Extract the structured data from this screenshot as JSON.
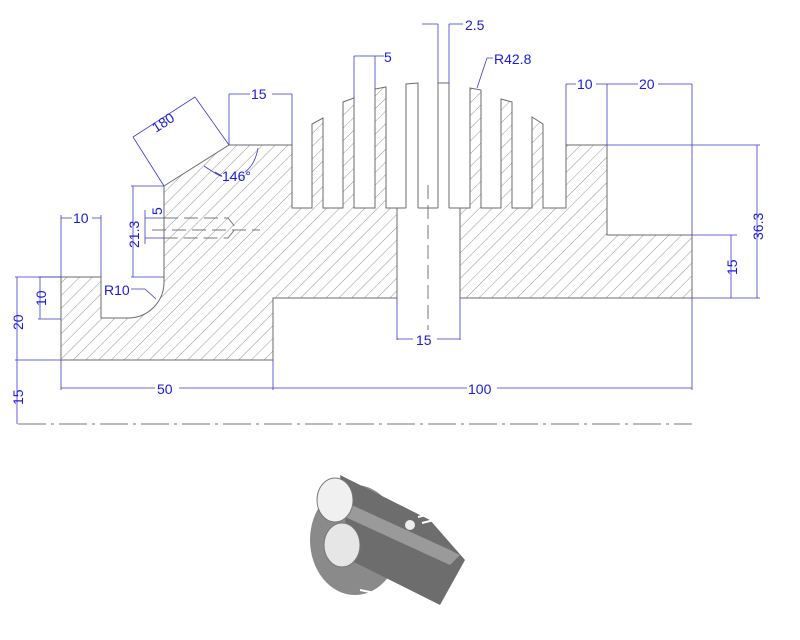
{
  "drawing": {
    "type": "section view of finned cylinder (heat sink / cooling fin part)",
    "line_color": "#6b6b6b",
    "dimension_color": "#1a1ad8",
    "dimensions": {
      "fin_gap_top": "2.5",
      "fin_radius": "R42.8",
      "fin_width": "5",
      "left_step_width": "15",
      "right_step_width": "10",
      "right_recess_width": "20",
      "chamfer_length": "180",
      "chamfer_angle": "146°",
      "left_lug_width": "10",
      "hole_dia": "5",
      "left_height": "21.3",
      "lug_height": "10",
      "fillet_radius": "R10",
      "base_height": "20",
      "axis_offset": "15",
      "bore_width": "15",
      "right_step_height": "15",
      "right_total_height": "36.3",
      "left_length": "50",
      "right_length": "100"
    }
  },
  "isometric_view": {
    "label": "3D cutaway isometric render"
  }
}
